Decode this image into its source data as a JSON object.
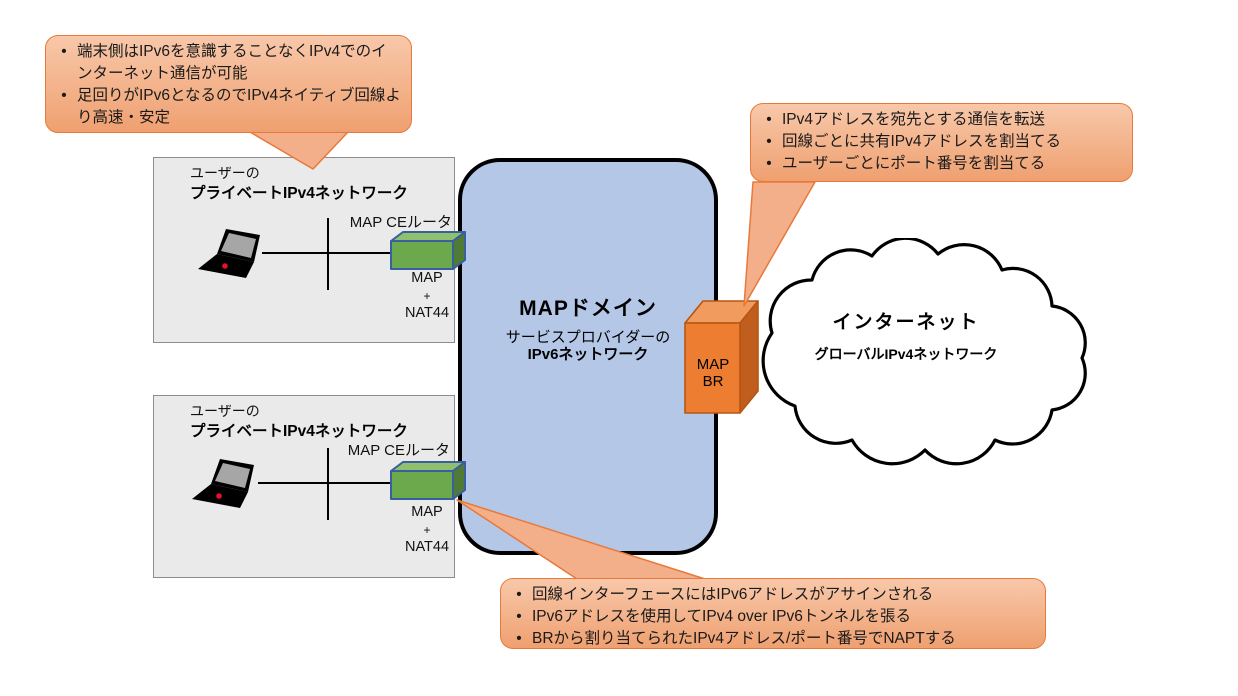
{
  "ui": {
    "bullet": "•"
  },
  "colors": {
    "callout_fill_top": "#F8C8AA",
    "callout_fill_bottom": "#EFA070",
    "callout_border": "#E8793A",
    "map_domain_fill": "#B4C7E7",
    "map_domain_border": "#000000",
    "network_box_fill": "#EAEAEA",
    "network_box_border": "#8C8C8C",
    "ce_router_front": "#6CA94C",
    "ce_router_top": "#8FC06E",
    "ce_router_side": "#4F7B36",
    "ce_router_border": "#3A5F9E",
    "br_front": "#ED7D31",
    "br_top": "#F19B5F",
    "br_side": "#C05F1D",
    "br_border": "#B55612",
    "cloud_fill": "#FFFFFF",
    "cloud_border": "#000000",
    "laptop_body": "#000000",
    "laptop_screen": "#A6A6A6",
    "laptop_dot": "#E81123",
    "line": "#000000"
  },
  "callouts": {
    "top_left": {
      "lines": [
        "端末側はIPv6を意識することなくIPv4でのインターネット通信が可能",
        "足回りがIPv6となるのでIPv4ネイティブ回線より高速・安定"
      ]
    },
    "top_right": {
      "lines": [
        "IPv4アドレスを宛先とする通信を転送",
        "回線ごとに共有IPv4アドレスを割当てる",
        "ユーザーごとにポート番号を割当てる"
      ]
    },
    "bottom": {
      "lines": [
        "回線インターフェースにはIPv6アドレスがアサインされる",
        "IPv6アドレスを使用してIPv4 over IPv6トンネルを張る",
        "BRから割り当てられたIPv4アドレス/ポート番号でNAPTする"
      ]
    }
  },
  "user_network": {
    "owner": "ユーザーの",
    "name": "プライベートIPv4ネットワーク",
    "ce_router_label": "MAP CEルータ",
    "ce_functions": [
      "MAP",
      "+",
      "NAT44"
    ]
  },
  "map_domain": {
    "title": "MAPドメイン",
    "provider": "サービスプロバイダーの",
    "network": "IPv6ネットワーク",
    "br_label": "MAP BR"
  },
  "internet": {
    "title": "インターネット",
    "subtitle": "グローバルIPv4ネットワーク"
  }
}
